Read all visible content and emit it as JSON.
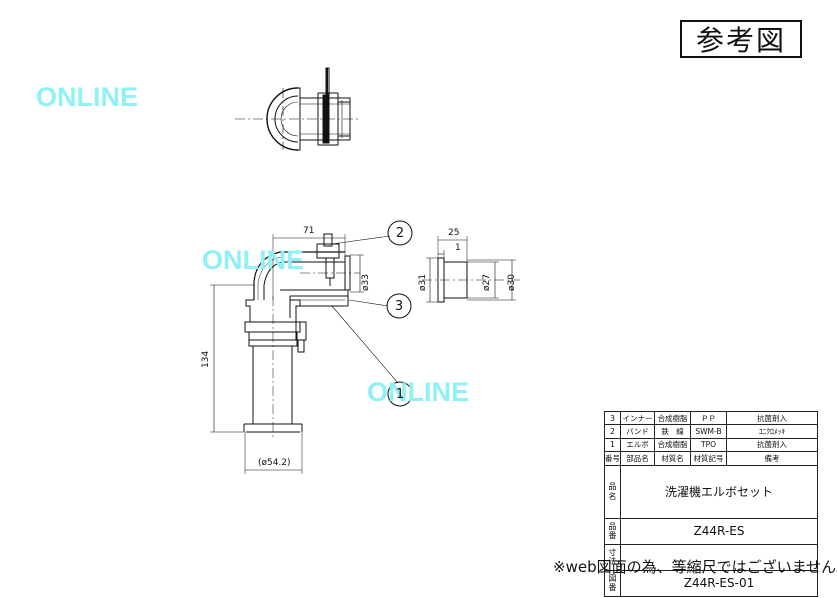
{
  "stamp": "参考図",
  "watermarks": [
    "ONLINE",
    "ONLINE",
    "ONLINE"
  ],
  "balloons": [
    "2",
    "3",
    "1"
  ],
  "dimensions": {
    "width_71": "71",
    "dia_33": "ø33",
    "height_134": "134",
    "dia_54": "(ø54.2)",
    "w_25": "25",
    "w_1": "1",
    "dia_31": "ø31",
    "dia_27": "ø27",
    "dia_30": "ø30"
  },
  "parts_table": {
    "rows": [
      {
        "no": "3",
        "name": "インナー",
        "material": "合成樹脂",
        "symbol": "ＰＰ",
        "remarks": "抗菌剤入"
      },
      {
        "no": "2",
        "name": "バンド",
        "material": "鉄　線",
        "symbol": "SWM-B",
        "remarks": "ﾕﾆｸﾛﾒｯｷ"
      },
      {
        "no": "1",
        "name": "エルボ",
        "material": "合成樹脂",
        "symbol": "TPO",
        "remarks": "抗菌剤入"
      }
    ],
    "headers": {
      "no": "番号",
      "name": "部品名",
      "material": "材質名",
      "symbol": "材質記号",
      "remarks": "備考"
    },
    "product_name_label": "品名",
    "product_name": "洗濯機エルボセット",
    "product_code_label": "品番",
    "product_code": "Z44R-ES",
    "dimension_label": "寸法",
    "dimension_value": "",
    "drawing_no_label": "図番",
    "drawing_no": "Z44R-ES-01"
  },
  "note": "※web図面の為、等縮尺ではございません。"
}
